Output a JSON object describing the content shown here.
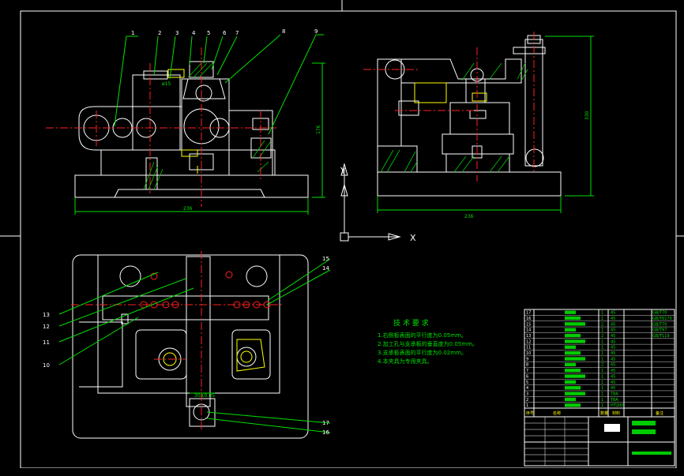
{
  "drawing": {
    "part_callouts": [
      "1",
      "2",
      "3",
      "4",
      "5",
      "6",
      "7",
      "8",
      "9",
      "10",
      "11",
      "12",
      "13",
      "14",
      "15",
      "16",
      "17"
    ],
    "dim_front_width": "236",
    "dim_front_height": "176",
    "dim_side_width": "236",
    "dim_side_height": "330",
    "dim_phi15": "ø15",
    "dim_top_small": "30±0.05"
  },
  "axes": {
    "x_label": "X",
    "y_label": "Y"
  },
  "tech_req": {
    "title": "技 术 要 求",
    "lines": [
      "1.右侧板表面的平行度为0.05mm。",
      "2.加工孔与支承板的垂直度为0.05mm。",
      "3.支承板表面的平行度为0.02mm。",
      "4.本夹具为专用夹具。"
    ]
  },
  "bom": {
    "rows": [
      [
        "17",
        "",
        "1",
        "45",
        "GB/T70"
      ],
      [
        "16",
        "",
        "1",
        "45",
        "GB/T6170"
      ],
      [
        "15",
        "",
        "2",
        "45",
        "GB/T70"
      ],
      [
        "14",
        "",
        "1",
        "45",
        "GB/T97"
      ],
      [
        "13",
        "",
        "2",
        "45",
        "GB/T119"
      ],
      [
        "12",
        "",
        "1",
        "45",
        ""
      ],
      [
        "11",
        "",
        "1",
        "45",
        ""
      ],
      [
        "10",
        "",
        "1",
        "45",
        ""
      ],
      [
        "9",
        "",
        "1",
        "45",
        ""
      ],
      [
        "8",
        "",
        "2",
        "45",
        ""
      ],
      [
        "7",
        "",
        "1",
        "45",
        ""
      ],
      [
        "6",
        "",
        "1",
        "45",
        ""
      ],
      [
        "5",
        "",
        "1",
        "45",
        ""
      ],
      [
        "4",
        "",
        "1",
        "45",
        ""
      ],
      [
        "3",
        "",
        "1",
        "T8A",
        ""
      ],
      [
        "2",
        "",
        "1",
        "T8A",
        ""
      ],
      [
        "1",
        "",
        "1",
        "HT200",
        ""
      ]
    ],
    "header": [
      "序号",
      "名称",
      "数量",
      "材料",
      "备注"
    ]
  },
  "colors": {
    "line": "#ffffff",
    "center": "#ff2020",
    "dim": "#00e000",
    "hidden": "#ffff00",
    "hatch": "#00cc00",
    "accent": "#ff00ff"
  }
}
